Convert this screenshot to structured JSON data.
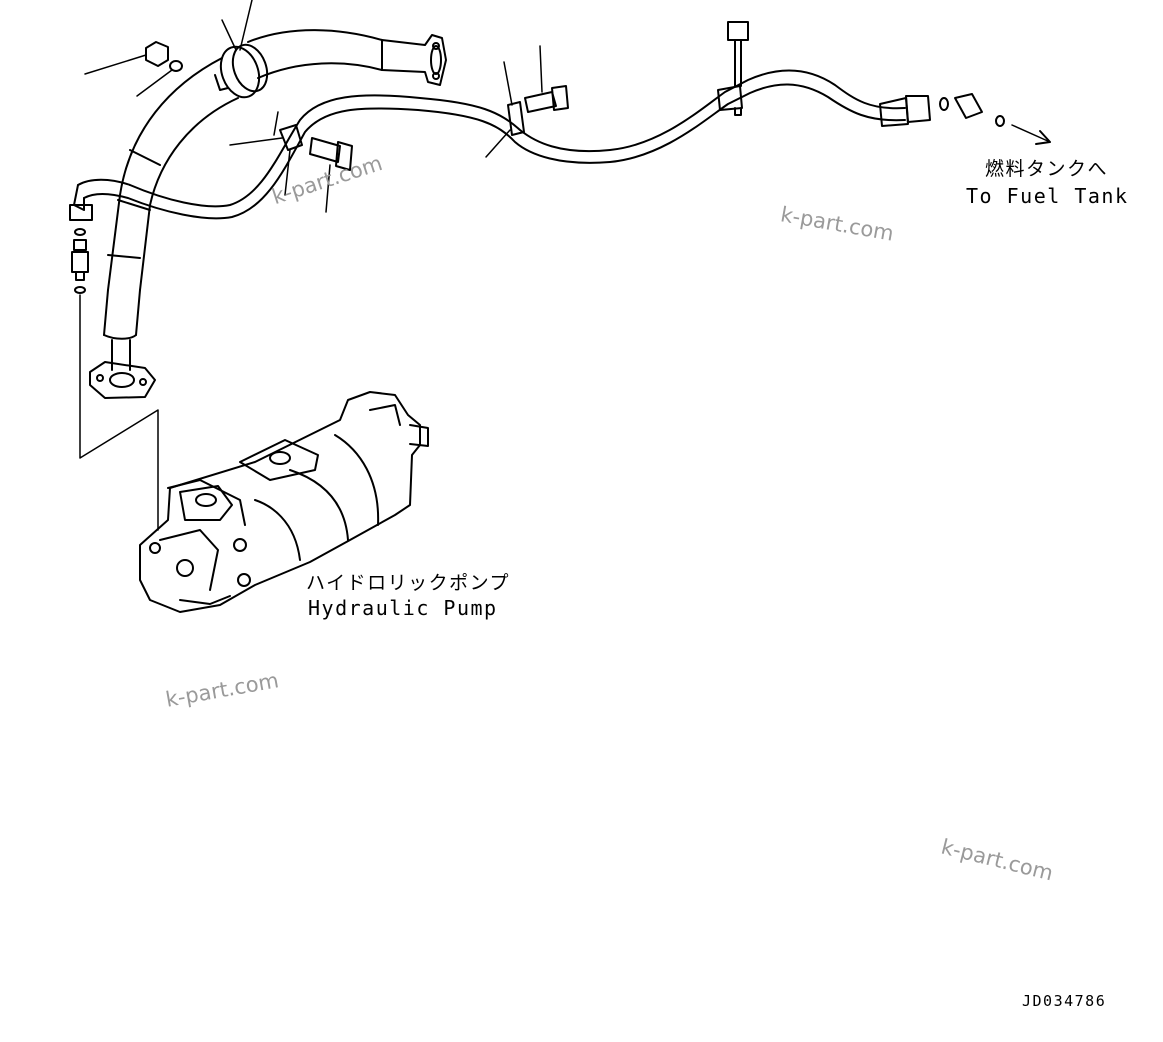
{
  "labels": {
    "fuel_tank_jp": "燃料タンクへ",
    "fuel_tank_en": "To Fuel Tank",
    "pump_jp": "ハイドロリックポンプ",
    "pump_en": "Hydraulic Pump",
    "drawing_id": "JD034786"
  },
  "watermarks": [
    "k-part.com",
    "k-part.com",
    "k-part.com",
    "k-part.com"
  ],
  "colors": {
    "line": "#000000",
    "watermark": "#9a9a9a",
    "background": "#ffffff"
  }
}
